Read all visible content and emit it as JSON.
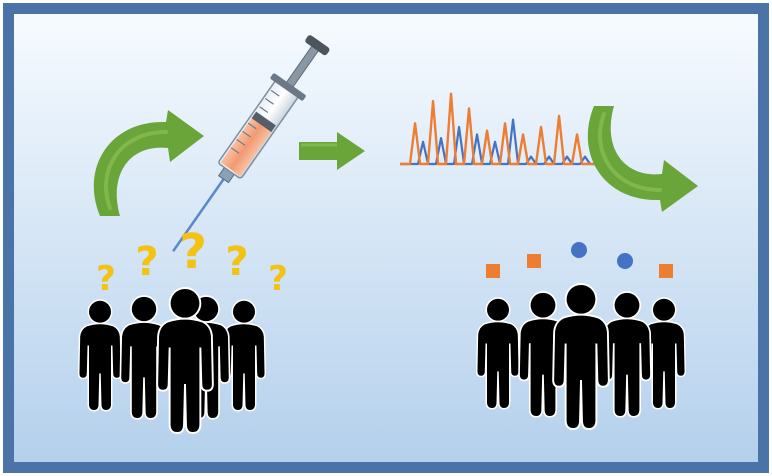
{
  "colors": {
    "frame_border": "#4a74a8",
    "frame_fill_top": "#f7fbff",
    "frame_fill_bottom": "#b4d0ec",
    "arrow_green": "#6aa53a",
    "arrow_green_light": "#8cc153",
    "question_yellow": "#f2c312",
    "marker_orange": "#ed7d31",
    "marker_blue": "#4472c4",
    "trace_orange": "#ed7d31",
    "trace_blue": "#4472c4",
    "person_fill": "#000000",
    "person_outline": "#ffffff",
    "syringe_fluid": "#f4a582"
  },
  "icons": {
    "group_unknown": "people-group-icon",
    "question_marks": "question-mark-icon",
    "syringe": "syringe-icon",
    "forward_arrow": "arrow-right-icon",
    "curved_arrows": "curved-arrow-icon",
    "chromatogram": "chromatogram-icon",
    "group_profiled": "people-group-icon",
    "markers": "biomarker-icon"
  },
  "panels": {
    "left": {
      "question_count": 5
    },
    "right": {
      "marker_shapes": [
        "square",
        "square",
        "circle",
        "circle",
        "square"
      ]
    }
  },
  "chromatogram": {
    "orange_peaks": [
      0.55,
      0.85,
      0.95,
      0.75,
      0.45,
      0.55,
      0.4,
      0.5,
      0.65,
      0.4
    ],
    "blue_peaks": [
      0.3,
      0.35,
      0.5,
      0.4,
      0.3,
      0.6
    ]
  }
}
